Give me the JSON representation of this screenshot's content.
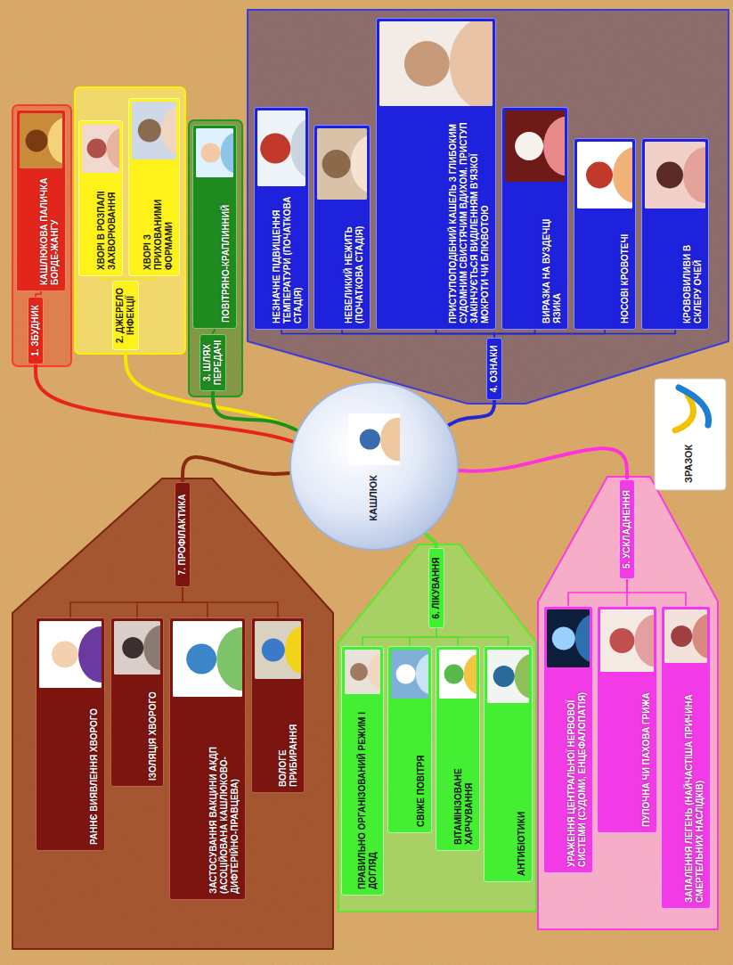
{
  "diagram": {
    "nodes": [
      {
        "text": [
          "КАШЛЮК"
        ]
      },
      {
        "text": [
          "1. ЗБУДНИК"
        ]
      },
      {
        "text": [
          "КАШЛЮКОВА ПАЛИЧКА БОРДЕ-ЖАНГУ"
        ]
      },
      {
        "text": [
          "2. ДЖЕРЕЛО ІНФЕКЦІЇ"
        ]
      },
      {
        "text": [
          "ХВОРІ В РОЗПАЛІ ЗАХВОРЮВАННЯ"
        ]
      },
      {
        "text": [
          "ХВОРІ З ПРИХОВАНИМИ ФОРМАМИ"
        ]
      },
      {
        "text": [
          "3. ШЛЯХ ПЕРЕДАЧІ"
        ]
      },
      {
        "text": [
          "ПОВІТРЯНО-КРАПЛИННИЙ"
        ]
      },
      {
        "text": [
          "4. ОЗНАКИ"
        ]
      },
      {
        "text": [
          "НЕЗНАЧНЕ ПІДВИЩЕННЯ ТЕМПЕРАТУРИ (ПОЧАТКОВА СТАДІЯ)"
        ]
      },
      {
        "text": [
          "НЕВЕЛИКИЙ НЕЖИТЬ (ПОЧАТКОВА СТАДІЯ)"
        ]
      },
      {
        "text": [
          "ПРИСТУПОПОДІБНИЙ КАШЕЛЬ З ГЛИБОКИМ СУДОМНИМ СВИСТЯЧИМ ВДИХОМ. ПРИСТУП ЗАКІНЧУЄТЬСЯ ВИДІЛЕННЯМ В'ЯЗКОЇ МОКРОТИ ЧИ БЛЮВОТОЮ"
        ]
      },
      {
        "text": [
          "ВИРАЗКА НА ВУЗДЕЧЦІ ЯЗИКА"
        ]
      },
      {
        "text": [
          "НОСОВІ КРОВОТЕЧІ"
        ]
      },
      {
        "text": [
          "КРОВОВИЛИВИ В СКЛЕРУ ОЧЕЙ"
        ]
      },
      {
        "text": [
          "5. УСКЛАДНЕННЯ"
        ]
      },
      {
        "text": [
          "УРАЖЕННЯ ЦЕНТРАЛЬНОЇ НЕРВОВОЇ СИСТЕМИ (СУДОМИ, ЕНЦЕФАЛОПАТІЯ)"
        ]
      },
      {
        "text": [
          "ПУПОЧНА ЧИ ПАХОВА ГРИЖА"
        ]
      },
      {
        "text": [
          "ЗАПАЛЕННЯ ЛЕГЕНЬ (НАЙЧАСТІША ПРИЧИНА СМЕРТЕЛЬНИХ НАСЛІДКІВ)"
        ]
      },
      {
        "text": [
          "6. ЛІКУВАННЯ"
        ]
      },
      {
        "text": [
          "ПРАВИЛЬНО ОРГАНІЗОВАНИЙ РЕЖИМ І ДОГЛЯД"
        ]
      },
      {
        "text": [
          "СВІЖЕ ПОВІТРЯ"
        ]
      },
      {
        "text": [
          "ВІТАМІНІЗОВАНЕ ХАРЧУВАННЯ"
        ]
      },
      {
        "text": [
          "АНТИБІОТИКИ"
        ]
      },
      {
        "text": [
          "7. ПРОФІЛАКТИКА"
        ]
      },
      {
        "text": [
          "РАННЄ ВИЯВЛЕННЯ ХВОРОГО"
        ]
      },
      {
        "text": [
          "ІЗОЛЯЦІЯ ХВОРОГО"
        ]
      },
      {
        "text": [
          "ЗАСТОСУВАННЯ ВАКЦИНИ АКДП (АСОЦІЙОВАНА КАШЛЮКОВО-ДИФТЕРІЙНО-ПРАВЦЕВА)"
        ]
      },
      {
        "text": [
          "ВОЛОГЕ ПРИБИРАННЯ"
        ]
      }
    ],
    "edges": [
      {
        "from": 0,
        "to": 1,
        "arrow": "none"
      },
      {
        "from": 0,
        "to": 3,
        "arrow": "none"
      },
      {
        "from": 0,
        "to": 6,
        "arrow": "none"
      },
      {
        "from": 0,
        "to": 8,
        "arrow": "none"
      },
      {
        "from": 0,
        "to": 15,
        "arrow": "none"
      },
      {
        "from": 0,
        "to": 19,
        "arrow": "none"
      },
      {
        "from": 0,
        "to": 24,
        "arrow": "none"
      },
      {
        "from": 1,
        "to": 2,
        "arrow": "none"
      },
      {
        "from": 3,
        "to": 4,
        "arrow": "none"
      },
      {
        "from": 3,
        "to": 5,
        "arrow": "none"
      },
      {
        "from": 6,
        "to": 7,
        "arrow": "none"
      },
      {
        "from": 8,
        "to": 9,
        "arrow": "none"
      },
      {
        "from": 8,
        "to": 10,
        "arrow": "none"
      },
      {
        "from": 8,
        "to": 11,
        "arrow": "none"
      },
      {
        "from": 8,
        "to": 12,
        "arrow": "none"
      },
      {
        "from": 8,
        "to": 13,
        "arrow": "none"
      },
      {
        "from": 8,
        "to": 14,
        "arrow": "none"
      },
      {
        "from": 15,
        "to": 16,
        "arrow": "none"
      },
      {
        "from": 15,
        "to": 17,
        "arrow": "none"
      },
      {
        "from": 15,
        "to": 18,
        "arrow": "none"
      },
      {
        "from": 19,
        "to": 20,
        "arrow": "none"
      },
      {
        "from": 19,
        "to": 21,
        "arrow": "none"
      },
      {
        "from": 19,
        "to": 22,
        "arrow": "none"
      },
      {
        "from": 19,
        "to": 23,
        "arrow": "none"
      },
      {
        "from": 24,
        "to": 25,
        "arrow": "none"
      },
      {
        "from": 24,
        "to": 26,
        "arrow": "none"
      },
      {
        "from": 24,
        "to": 27,
        "arrow": "none"
      },
      {
        "from": 24,
        "to": 28,
        "arrow": "none"
      }
    ],
    "labels": [
      "ЗРАЗОК"
    ]
  }
}
